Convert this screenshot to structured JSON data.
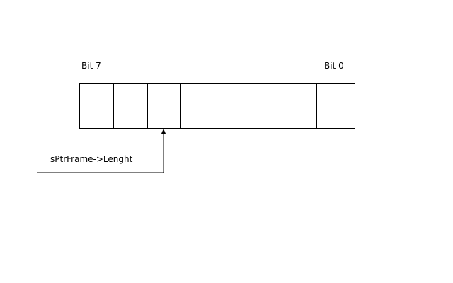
{
  "diagram": {
    "msb_label": "Bit 7",
    "lsb_label": "Bit 0",
    "pointer_label": "sPtrFrame->Lenght",
    "cells": 8,
    "line_color": "#000000"
  }
}
